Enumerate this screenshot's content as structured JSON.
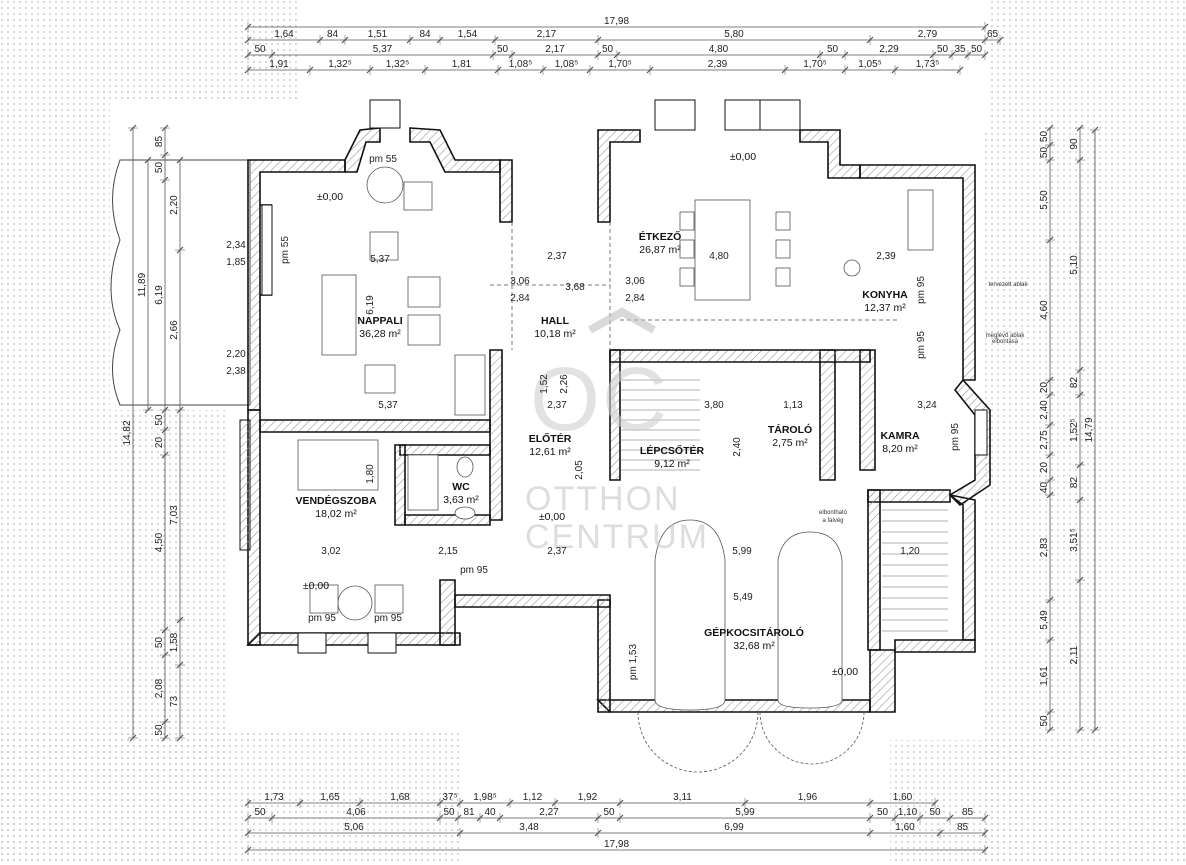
{
  "plan": {
    "top_overall": "17,98",
    "bottom_overall": "17,98",
    "top_row1": [
      "1,64",
      "84",
      "1,51",
      "84",
      "1,54",
      "2,17",
      "5,80",
      "2,79",
      "65"
    ],
    "top_row2": [
      "50",
      "5,37",
      "50",
      "2,17",
      "50",
      "4,80",
      "50",
      "2,29",
      "50",
      "35",
      "50"
    ],
    "top_row3": [
      "1,91",
      "1,32⁵",
      "1,32⁵",
      "1,81",
      "1,08⁵",
      "1,08⁵",
      "1,70⁵",
      "2,39",
      "1,70⁵",
      "1,05⁵",
      "1,73⁵"
    ],
    "bottom_row1": [
      "1,73",
      "1,65",
      "1,68",
      "37⁵",
      "1,98⁵",
      "1,12",
      "1,92",
      "3,11",
      "1,96",
      "1,60"
    ],
    "bottom_row2": [
      "50",
      "4,06",
      "50",
      "81",
      "40",
      "2,27",
      "50",
      "5,99",
      "50",
      "1,10",
      "50",
      "85"
    ],
    "bottom_row3": [
      "5,06",
      "3,48",
      "6,99",
      "1,60",
      "85"
    ],
    "left_outer": "14,82",
    "left_inner": "11,89",
    "left_col1": [
      "85",
      "50",
      "6,19",
      "50",
      "20",
      "4,50",
      "50",
      "2,08",
      "50"
    ],
    "left_col2": [
      "2,20",
      "2,66",
      "7,03",
      "1,58",
      "73"
    ],
    "right_outer": "14,79",
    "right_col1": [
      "50",
      "50",
      "5,50",
      "4,60",
      "20",
      "2,40",
      "2,75",
      "20",
      "40",
      "2,83",
      "5,49",
      "1,61",
      "50"
    ],
    "right_col2": [
      "90",
      "5,10",
      "82",
      "1,52⁵",
      "82",
      "3,51⁵",
      "2,11"
    ],
    "rooms": [
      {
        "name": "NAPPALI",
        "area": "36,28 m²"
      },
      {
        "name": "HALL",
        "area": "10,18 m²"
      },
      {
        "name": "ÉTKEZŐ",
        "area": "26,87 m²"
      },
      {
        "name": "KONYHA",
        "area": "12,37 m²"
      },
      {
        "name": "ELŐTÉR",
        "area": "12,61 m²"
      },
      {
        "name": "LÉPCSŐTÉR",
        "area": "9,12 m²"
      },
      {
        "name": "TÁROLÓ",
        "area": "2,75 m²"
      },
      {
        "name": "KAMRA",
        "area": "8,20 m²"
      },
      {
        "name": "VENDÉGSZOBA",
        "area": "18,02 m²"
      },
      {
        "name": "WC",
        "area": "3,63 m²"
      },
      {
        "name": "GÉPKOCSITÁROLÓ",
        "area": "32,68 m²"
      }
    ],
    "levels": [
      "±0,00",
      "±0,00",
      "±0,00",
      "±0,00",
      "±0,00"
    ],
    "room_dims": [
      "5,37",
      "5,37",
      "2,34",
      "1,85",
      "2,20",
      "2,38",
      "6,19",
      "3,06",
      "2,84",
      "3,06",
      "2,84",
      "4,80",
      "2,39",
      "3,68",
      "2,37",
      "2,37",
      "3,80",
      "1,13",
      "3,24",
      "3,02",
      "2,15",
      "2,37",
      "5,99",
      "1,20",
      "5,49",
      "1,52",
      "2,26",
      "2,40",
      "2,05",
      "1,80"
    ],
    "parapets": [
      "pm 55",
      "pm 55",
      "pm 95",
      "pm 95",
      "pm 95",
      "pm 95",
      "pm 95",
      "pm 95",
      "pm 1,53"
    ],
    "notes": [
      "elbontható a falvég",
      "tervezett ablak",
      "meglévő ablak elbontása"
    ],
    "watermark": [
      "OTTHON",
      "CENTRUM"
    ],
    "watermark_logo": "OC"
  }
}
